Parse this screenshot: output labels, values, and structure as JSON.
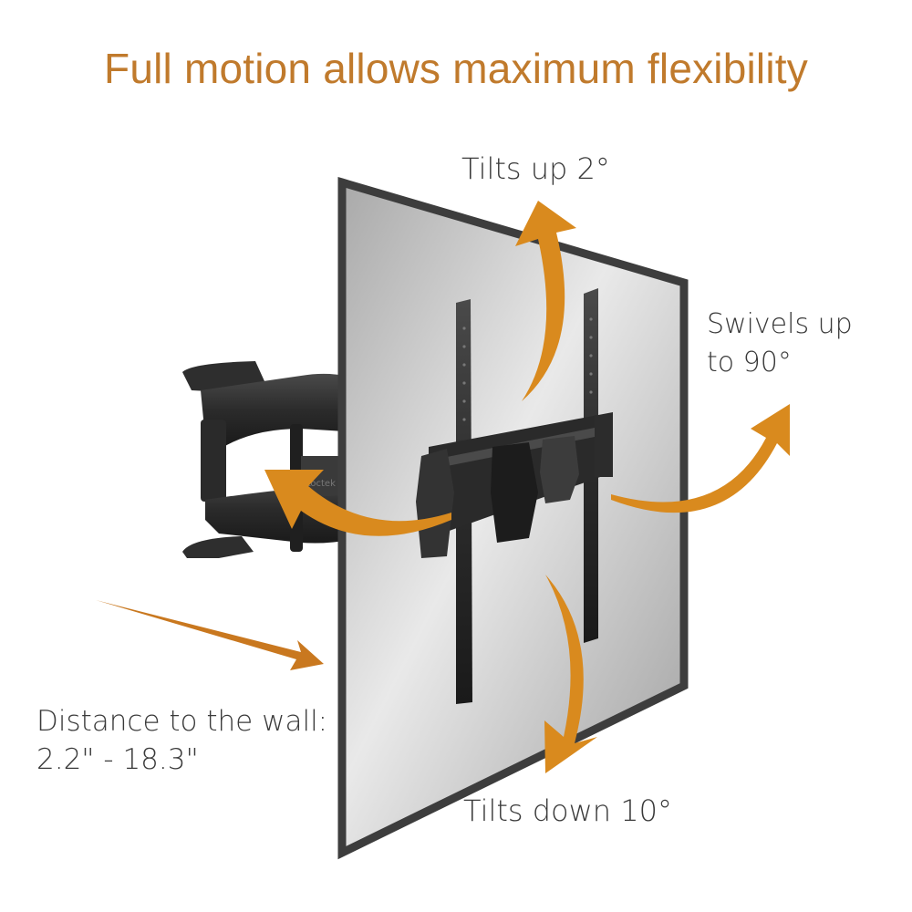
{
  "title": "Full motion allows maximum flexibility",
  "labels": {
    "tilt_up": "Tilts up 2°",
    "swivel_line1": "Swivels up",
    "swivel_line2": "to 90°",
    "distance_line1": "Distance to the wall:",
    "distance_line2": "2.2\" - 18.3\"",
    "tilt_down": "Tilts down 10°"
  },
  "colors": {
    "title": "#c07a2c",
    "arrow": "#d98a1e",
    "label_text": "#3a3a3a",
    "tv_frame": "#3d3d3d",
    "mount": "#2a2a2a"
  }
}
